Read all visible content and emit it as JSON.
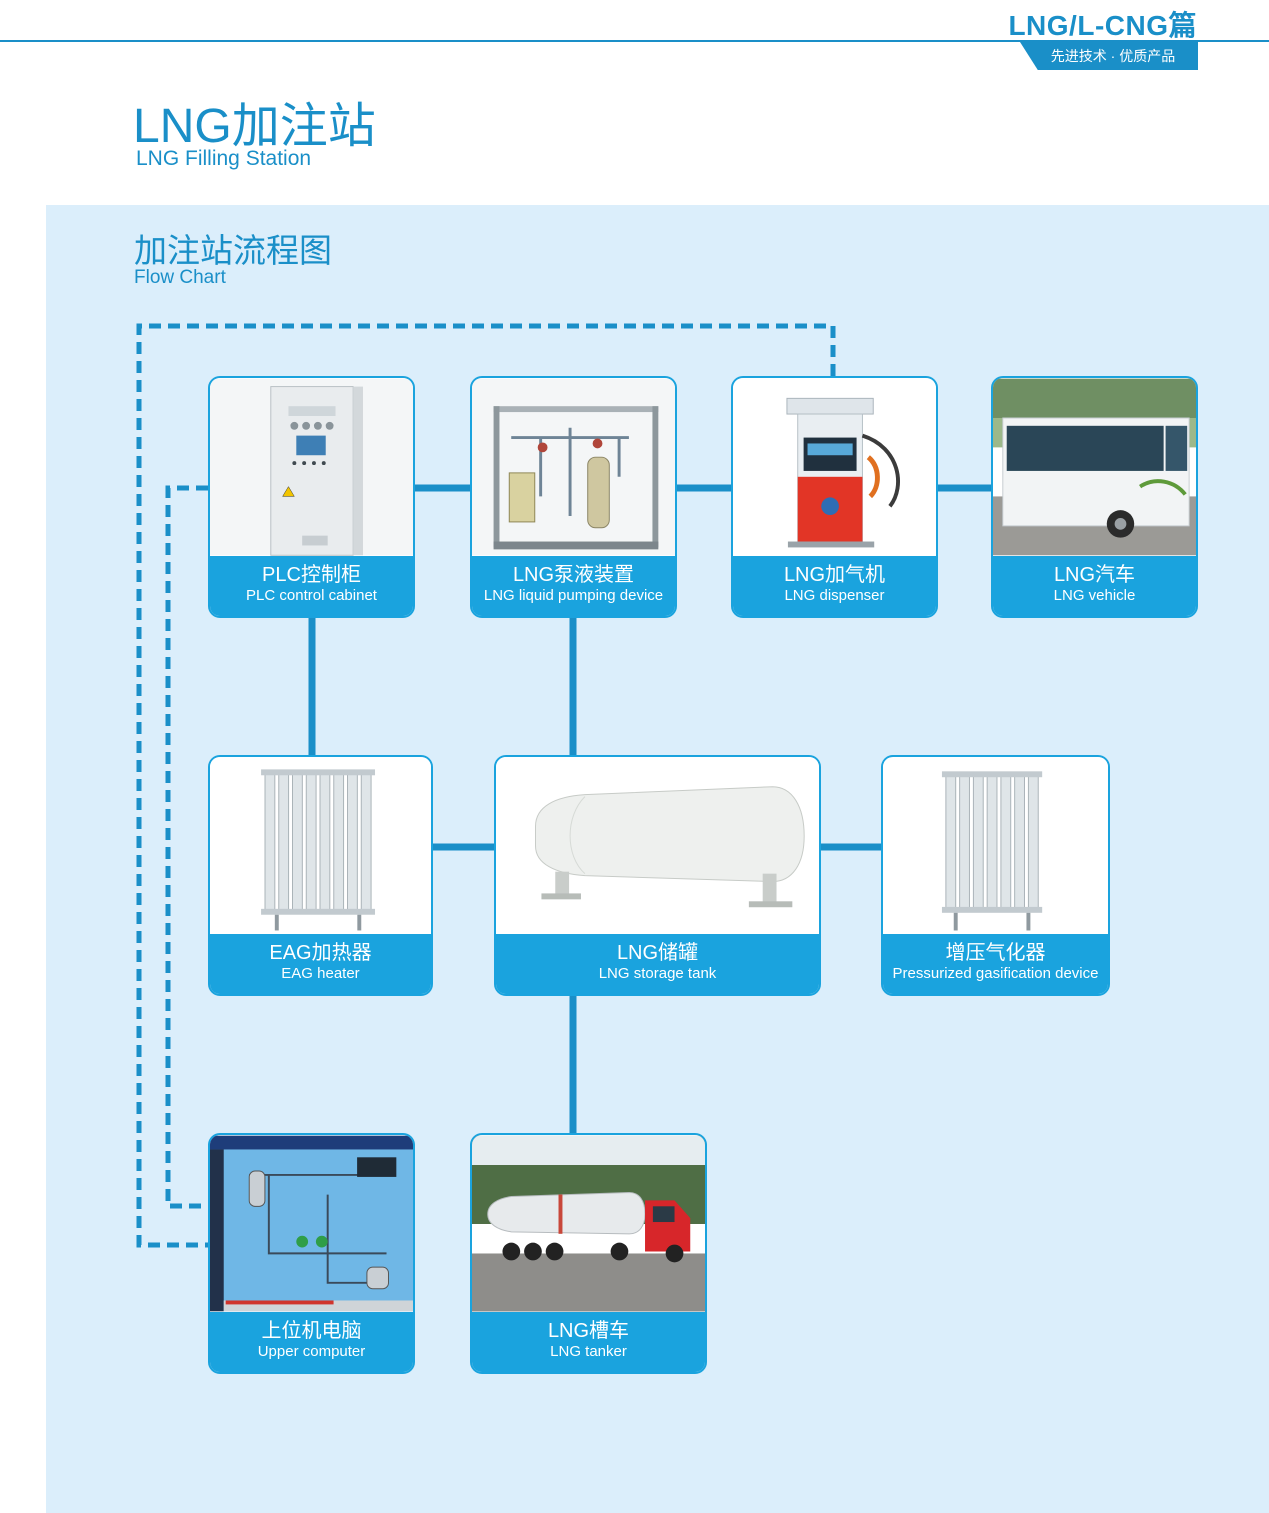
{
  "header": {
    "brand": "LNG/L-CNG篇",
    "tagline": "先进技术 · 优质产品"
  },
  "section": {
    "title_cn": "LNG加注站",
    "title_en": "LNG Filling Station"
  },
  "flowchart": {
    "title_cn": "加注站流程图",
    "title_en": "Flow Chart",
    "nodes": [
      {
        "id": "plc",
        "cn": "PLC控制柜",
        "en": "PLC control cabinet"
      },
      {
        "id": "pump",
        "cn": "LNG泵液装置",
        "en": "LNG liquid pumping device"
      },
      {
        "id": "dispenser",
        "cn": "LNG加气机",
        "en": "LNG dispenser"
      },
      {
        "id": "vehicle",
        "cn": "LNG汽车",
        "en": "LNG vehicle"
      },
      {
        "id": "eag",
        "cn": "EAG加热器",
        "en": "EAG heater"
      },
      {
        "id": "tank",
        "cn": "LNG储罐",
        "en": "LNG storage tank"
      },
      {
        "id": "vaporizer",
        "cn": "增压气化器",
        "en": "Pressurized gasification device"
      },
      {
        "id": "computer",
        "cn": "上位机电脑",
        "en": "Upper computer"
      },
      {
        "id": "tanker",
        "cn": "LNG槽车",
        "en": "LNG tanker"
      }
    ],
    "connections": [
      {
        "from": "plc",
        "to": "pump",
        "style": "solid"
      },
      {
        "from": "pump",
        "to": "dispenser",
        "style": "solid"
      },
      {
        "from": "dispenser",
        "to": "vehicle",
        "style": "solid"
      },
      {
        "from": "plc",
        "to": "eag",
        "style": "solid"
      },
      {
        "from": "pump",
        "to": "tank",
        "style": "solid"
      },
      {
        "from": "eag",
        "to": "tank",
        "style": "solid"
      },
      {
        "from": "tank",
        "to": "vaporizer",
        "style": "solid"
      },
      {
        "from": "tank",
        "to": "tanker",
        "style": "solid"
      },
      {
        "from": "plc",
        "to": "computer",
        "style": "dashed"
      },
      {
        "from": "dispenser",
        "to": "computer",
        "style": "dashed"
      }
    ],
    "colors": {
      "line": "#1a8fc8",
      "caption": "#1aa3de",
      "panel": "#dbeefb"
    }
  }
}
